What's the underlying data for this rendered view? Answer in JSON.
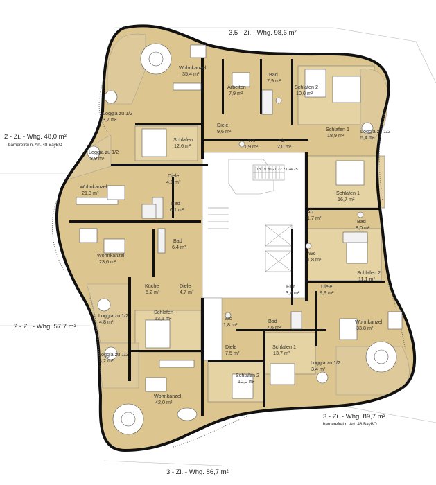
{
  "units": {
    "north": {
      "title": "3,5 - Zi. - Whg. 98,6 m²"
    },
    "west_upper": {
      "title": "2 - Zi. - Whg. 48,0 m²",
      "subtitle": "barrierefrei n. Art. 48 BayBO"
    },
    "west_lower": {
      "title": "2 - Zi. - Whg. 57,7 m²"
    },
    "east": {
      "title": "3 - Zi. - Whg. 89,7 m²",
      "subtitle": "barrierefrei n. Art. 48 BayBO"
    },
    "south": {
      "title": "3 - Zi. - Whg. 86,7 m²"
    }
  },
  "rooms": {
    "wohnkanzel_n": {
      "name": "Wohnkanzel",
      "area": "35,4 m²"
    },
    "arbeiten": {
      "name": "Arbeiten",
      "area": "7,9 m²"
    },
    "bad_n": {
      "name": "Bad",
      "area": "7,9 m²"
    },
    "schlafen2_n": {
      "name": "Schlafen 2",
      "area": "10,0 m²"
    },
    "loggia_nw": {
      "name": "Loggia zu 1/2",
      "area": "3,7 m²"
    },
    "diele_n": {
      "name": "Diele",
      "area": "9,6 m²"
    },
    "schlafen1_n": {
      "name": "Schlafen 1",
      "area": "18,9 m²"
    },
    "loggia_ne": {
      "name": "Loggia zu 1/2",
      "area": "5,4 m²"
    },
    "wc_n": {
      "name": "Wc",
      "area": "1,9 m²"
    },
    "ab_n": {
      "name": "Ab",
      "area": "2,0 m²"
    },
    "loggia_w1": {
      "name": "Loggia zu 1/2",
      "area": "3,9 m²"
    },
    "schlafen_w1": {
      "name": "Schlafen",
      "area": "12,6 m²"
    },
    "diele_w1": {
      "name": "Diele",
      "area": "4,1 m²"
    },
    "wohnkanzel_w1": {
      "name": "Wohnkanzel",
      "area": "21,3 m²"
    },
    "bad_w1": {
      "name": "Bad",
      "area": "6,1 m²"
    },
    "schlafen1_e": {
      "name": "Schlafen 1",
      "area": "16,7 m²"
    },
    "ab_e": {
      "name": "Ab",
      "area": "1,7 m²"
    },
    "bad_e": {
      "name": "Bad",
      "area": "8,0 m²"
    },
    "bad_w2": {
      "name": "Bad",
      "area": "6,4 m²"
    },
    "wohnkanzel_w2": {
      "name": "Wohnkanzel",
      "area": "23,6 m²"
    },
    "wc_e": {
      "name": "Wc",
      "area": "1,8 m²"
    },
    "schlafen2_e": {
      "name": "Schlafen 2",
      "area": "11,1 m²"
    },
    "kueche": {
      "name": "Küche",
      "area": "5,2 m²"
    },
    "diele_w2": {
      "name": "Diele",
      "area": "4,7 m²"
    },
    "flur": {
      "name": "Flur",
      "area": "3,4 m²"
    },
    "diele_e": {
      "name": "Diele",
      "area": "9,9 m²"
    },
    "loggia_w2": {
      "name": "Loggia zu 1/2",
      "area": "4,8 m²"
    },
    "schlafen_w2": {
      "name": "Schlafen",
      "area": "13,1 m²"
    },
    "wc_s": {
      "name": "Wc",
      "area": "1,8 m²"
    },
    "bad_s": {
      "name": "Bad",
      "area": "7,6 m²"
    },
    "wohnkanzel_e": {
      "name": "Wohnkanzel",
      "area": "33,8 m²"
    },
    "diele_s": {
      "name": "Diele",
      "area": "7,5 m²"
    },
    "schlafen1_s": {
      "name": "Schlafen 1",
      "area": "13,7 m²"
    },
    "loggia_sw": {
      "name": "Loggia zu 1/2",
      "area": "4,2 m²"
    },
    "schlafen2_s": {
      "name": "Schlafen 2",
      "area": "10,0 m²"
    },
    "loggia_se": {
      "name": "Loggia zu 1/2",
      "area": "3,4 m²"
    },
    "wohnkanzel_s": {
      "name": "Wohnkanzel",
      "area": "42,0 m²"
    }
  },
  "stair_numbers": "18 19 20 21 22 23 24 25"
}
